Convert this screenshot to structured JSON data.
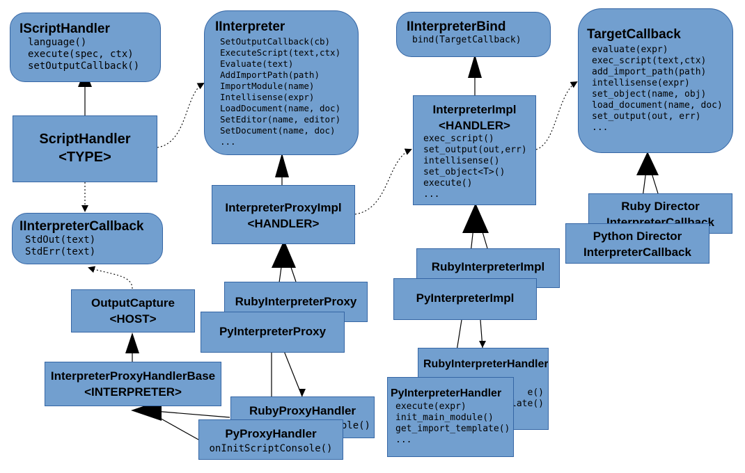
{
  "nodes": {
    "iscripthandler": {
      "title": "IScriptHandler",
      "lines": [
        "language()",
        "execute(spec, ctx)",
        "setOutputCallback()"
      ]
    },
    "iinterpreter": {
      "title": "IInterpreter",
      "lines": [
        "SetOutputCallback(cb)",
        "ExecuteScript(text,ctx)",
        "Evaluate(text)",
        "AddImportPath(path)",
        "ImportModule(name)",
        "Intellisense(expr)",
        "LoadDocument(name, doc)",
        "SetEditor(name, editor)",
        "SetDocument(name, doc)",
        "..."
      ]
    },
    "iinterpreterbind": {
      "title": "IInterpreterBind",
      "lines": [
        "bind(TargetCallback)"
      ]
    },
    "targetcallback": {
      "title": "TargetCallback",
      "lines": [
        "evaluate(expr)",
        "exec_script(text,ctx)",
        "add_import_path(path)",
        "intellisense(expr)",
        "set_object(name, obj)",
        "load_document(name, doc)",
        "set_output(out, err)",
        "..."
      ]
    },
    "scripthandler": {
      "title_lines": [
        "ScriptHandler",
        "<TYPE>"
      ]
    },
    "iinterpretercallback": {
      "title": "IInterpreterCallback",
      "lines": [
        "StdOut(text)",
        "StdErr(text)"
      ]
    },
    "interpreterproxyimpl": {
      "title_lines": [
        "InterpreterProxyImpl",
        "<HANDLER>"
      ]
    },
    "interpreterimpl": {
      "title_lines": [
        "InterpreterImpl",
        "<HANDLER>"
      ],
      "lines": [
        "exec_script()",
        "set_output(out,err)",
        "intellisense()",
        "set_object<T>()",
        "execute()",
        "..."
      ]
    },
    "rubydirector": {
      "title_lines": [
        "Ruby Director",
        "InterpreterCallback"
      ]
    },
    "pythondirector": {
      "title_lines": [
        "Python Director",
        "InterpreterCallback"
      ]
    },
    "rubyinterpreterimpl": {
      "title": "RubyInterpreterImpl"
    },
    "pyinterpreterimpl": {
      "title": "PyInterpreterImpl"
    },
    "outputcapture": {
      "title_lines": [
        "OutputCapture",
        "<HOST>"
      ]
    },
    "rubyinterpreterproxy": {
      "title": "RubyInterpreterProxy"
    },
    "pyinterpreterproxy": {
      "title": "PyInterpreterProxy"
    },
    "interpreterproxyhandlerbase": {
      "title_lines": [
        "InterpreterProxyHandlerBase",
        "<INTERPRETER>"
      ]
    },
    "rubyinterpreterhandler": {
      "title": "RubyInterpreterHandler",
      "lines": [
        "e()",
        "late()"
      ]
    },
    "pyinterpreterhandler": {
      "title": "PyInterpreterHandler",
      "lines": [
        "execute(expr)",
        "init_main_module()",
        "get_import_template()",
        "..."
      ]
    },
    "rubyproxyhandler": {
      "title": "RubyProxyHandler",
      "lines": [
        "ole()"
      ]
    },
    "pyproxyhandler": {
      "title": "PyProxyHandler",
      "lines": [
        "onInitScriptConsole()"
      ]
    }
  }
}
